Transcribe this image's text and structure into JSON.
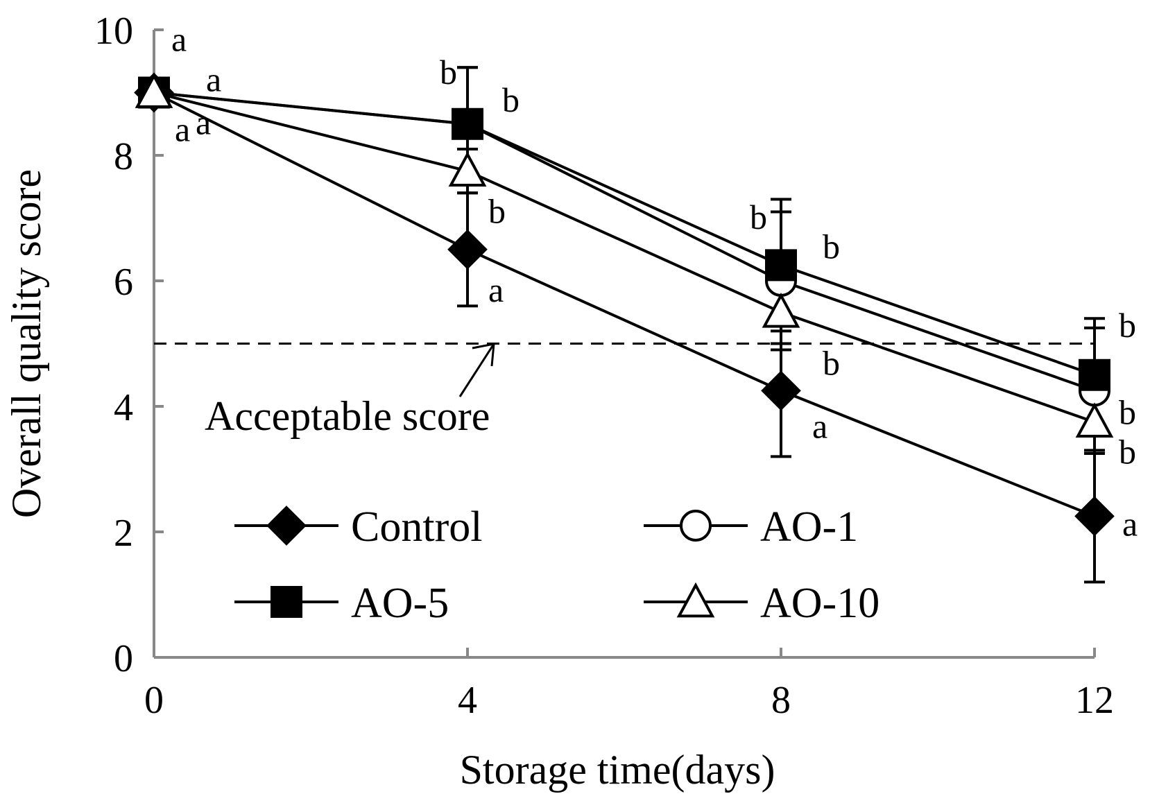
{
  "chart_data": {
    "type": "line",
    "xlabel": "Storage time(days)",
    "ylabel": "Overall quality score",
    "xlim": [
      0,
      12
    ],
    "ylim": [
      0,
      10
    ],
    "x_ticks": [
      0,
      4,
      8,
      12
    ],
    "y_ticks": [
      0,
      2,
      4,
      6,
      8,
      10
    ],
    "x": [
      0,
      4,
      8,
      12
    ],
    "grid": false,
    "legend_position": "bottom-left inside plot, two columns",
    "line_color": "#000000",
    "series": [
      {
        "name": "Control",
        "marker": "diamond",
        "filled": true,
        "values": [
          9.0,
          6.5,
          4.25,
          2.25
        ],
        "errors": [
          0,
          0.9,
          1.05,
          1.05
        ],
        "letters": [
          "a",
          "a",
          "a",
          "a"
        ]
      },
      {
        "name": "AO-1",
        "marker": "circle",
        "filled": false,
        "values": [
          9.0,
          8.5,
          6.0,
          4.25
        ],
        "errors": [
          0,
          0.9,
          1.1,
          1.0
        ],
        "letters": [
          "a",
          "b",
          "b",
          "b"
        ]
      },
      {
        "name": "AO-5",
        "marker": "square",
        "filled": true,
        "values": [
          9.0,
          8.5,
          6.25,
          4.5
        ],
        "errors": [
          0,
          0.9,
          1.05,
          0.9
        ],
        "letters": [
          "a",
          "b",
          "b",
          "b"
        ]
      },
      {
        "name": "AO-10",
        "marker": "triangle",
        "filled": false,
        "values": [
          9.0,
          7.75,
          5.5,
          3.75
        ],
        "errors": [
          0,
          0.35,
          0.5,
          0.5
        ],
        "letters": [
          "a",
          "b",
          "b",
          "b"
        ]
      }
    ],
    "reference_line": {
      "y": 5,
      "style": "dashed",
      "label": "Acceptable score"
    }
  }
}
